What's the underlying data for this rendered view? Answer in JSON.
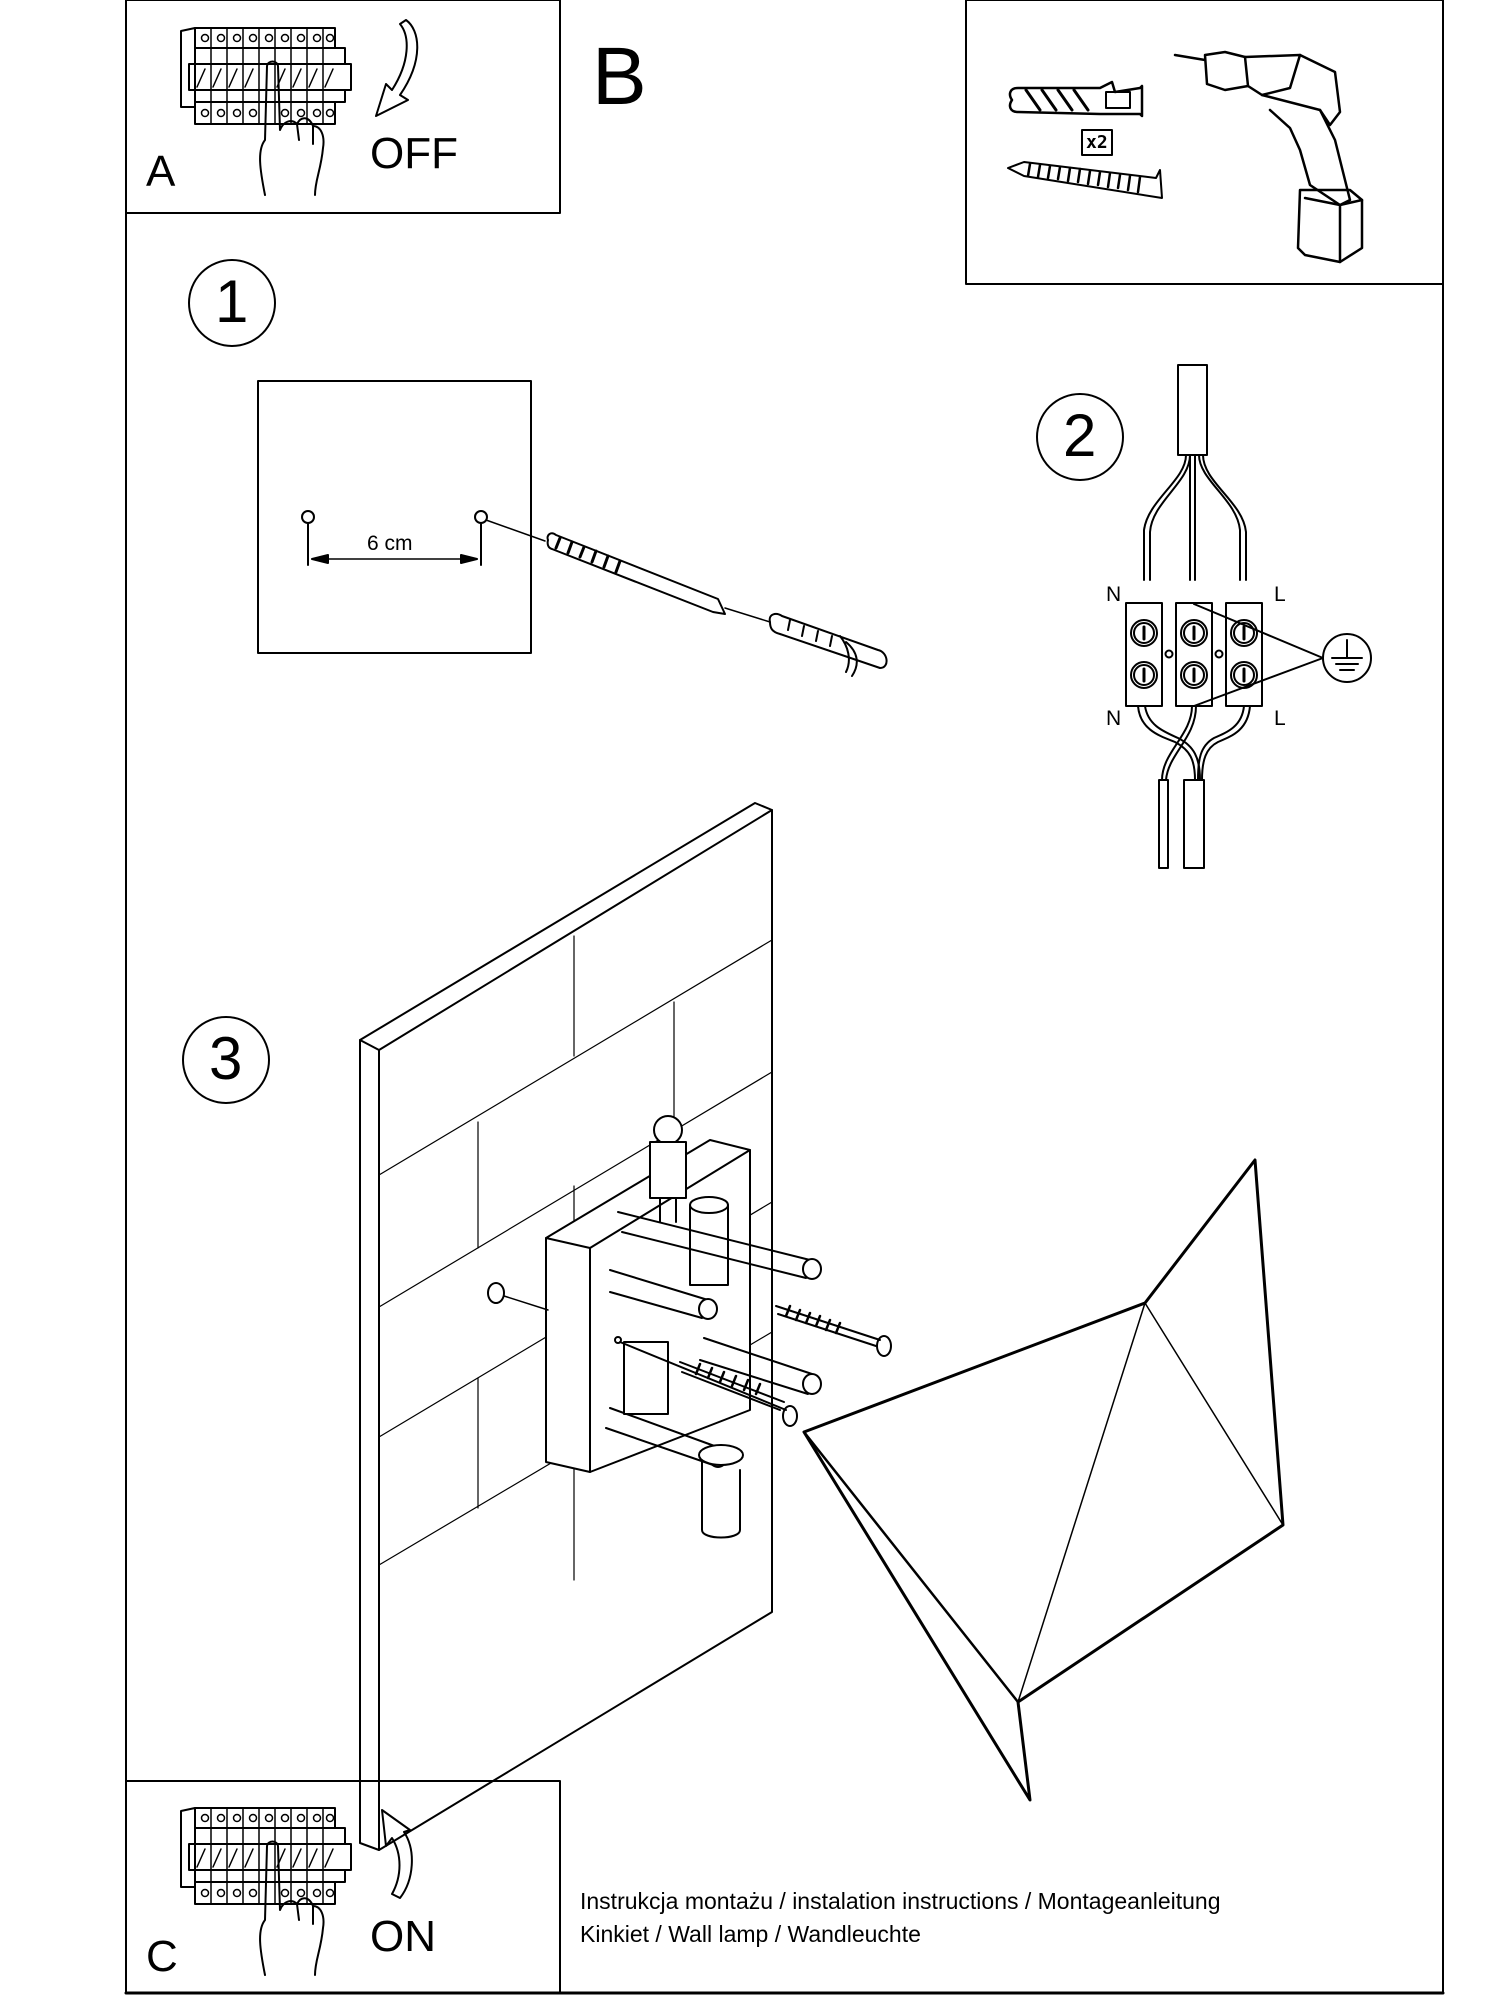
{
  "document": {
    "type": "installation instructions sheet",
    "line_color": "#000000",
    "background": "#ffffff"
  },
  "panel_a": {
    "letter": "A",
    "state_label": "OFF",
    "icons": [
      "circuit-breaker-panel-icon",
      "pointing-hand-icon",
      "arrow-down-curved-icon"
    ]
  },
  "panel_b": {
    "letter": "B"
  },
  "tools_panel": {
    "quantity_label": "x2",
    "icons": [
      "wall-plug-anchor-icon",
      "screw-icon",
      "power-drill-icon"
    ]
  },
  "step1": {
    "number": "1",
    "dimension_label": "6 cm",
    "icons": [
      "drill-bit-icon",
      "wall-plug-icon"
    ]
  },
  "step2": {
    "number": "2",
    "top_left_label": "N",
    "top_right_label": "L",
    "bottom_left_label": "N",
    "bottom_right_label": "L",
    "icons": [
      "terminal-block-icon",
      "ground-symbol-icon"
    ]
  },
  "step3": {
    "number": "3",
    "icons": [
      "wall-tiles-icon",
      "mounting-bracket-icon",
      "screw-icon",
      "origami-lamp-shade-icon"
    ]
  },
  "panel_c": {
    "letter": "C",
    "state_label": "ON",
    "icons": [
      "circuit-breaker-panel-icon",
      "pointing-hand-icon",
      "arrow-up-curved-icon"
    ]
  },
  "footer": {
    "line1": "Instrukcja montażu / instalation instructions / Montageanleitung",
    "line2": "Kinkiet / Wall lamp / Wandleuchte"
  }
}
